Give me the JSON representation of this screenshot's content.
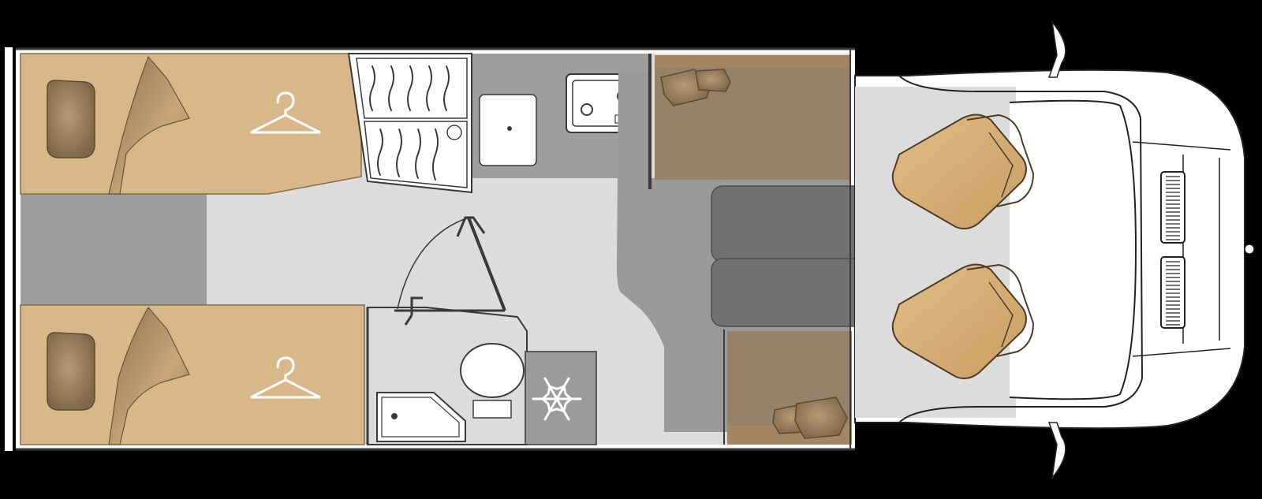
{
  "diagram": {
    "type": "motorhome-floor-plan",
    "labels": [],
    "zones": [
      {
        "name": "rear-bed-left",
        "kind": "single-bed"
      },
      {
        "name": "rear-bed-right",
        "kind": "single-bed"
      },
      {
        "name": "wardrobe",
        "kind": "storage"
      },
      {
        "name": "kitchen",
        "kind": "sink-and-hob"
      },
      {
        "name": "washroom",
        "kind": "toilet-and-shower"
      },
      {
        "name": "fridge",
        "kind": "refrigerator"
      },
      {
        "name": "dinette",
        "kind": "seating-and-table"
      },
      {
        "name": "cab",
        "kind": "driver-and-passenger-seats"
      }
    ]
  },
  "icons": [
    "hanger-icon",
    "hanger-icon",
    "snowflake-icon",
    "pillow-icon",
    "pillow-icon",
    "pillow-icon",
    "pillow-icon"
  ],
  "colors": {
    "background": "#000000",
    "floor": "#dcdcdc",
    "bed": "#d8b889",
    "bed_dark": "#a58662",
    "blanket": "#b59467",
    "cushion": "#96826a",
    "dark_floor": "#9e9e9e",
    "table": "#717171",
    "fixture": "#ffffff",
    "line": "#3a3a3a"
  }
}
